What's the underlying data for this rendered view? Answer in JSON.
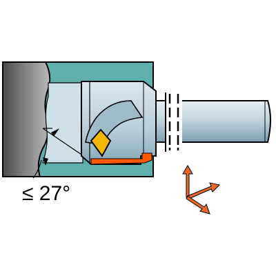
{
  "diagram": {
    "angle_label": "≤ 27°",
    "components": [
      "workpiece-section",
      "bore-wall",
      "boring-bar-body",
      "boring-bar-shank",
      "insert",
      "coolant-channel",
      "break-lines",
      "feed-direction-arrows"
    ]
  },
  "colors": {
    "workpiece_dark": "#5a5a5a",
    "workpiece_light": "#a6a6a6",
    "bore_fill": "#5fb0ad",
    "tool_body": "#c9dde6",
    "tool_shadow": "#8fb2c3",
    "insert": "#f5b800",
    "coolant": "#ff5a00",
    "arrows": "#e86a2a",
    "outline": "#000000"
  }
}
